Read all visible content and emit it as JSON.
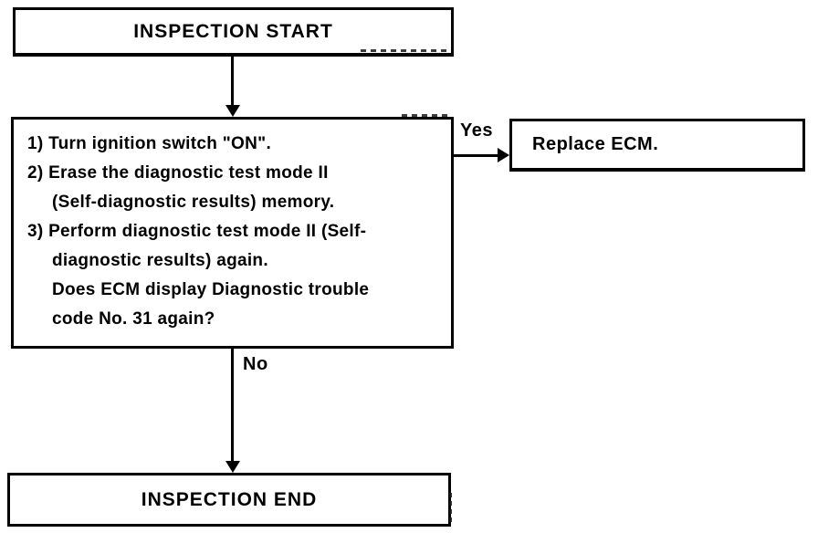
{
  "flowchart": {
    "start_label": "INSPECTION START",
    "decision_lines": [
      "1) Turn ignition switch \"ON\".",
      "2) Erase the diagnostic test mode II",
      "(Self-diagnostic results) memory.",
      "3) Perform diagnostic test mode II (Self-",
      "diagnostic results) again.",
      "Does ECM display Diagnostic trouble",
      "code No. 31 again?"
    ],
    "yes_label": "Yes",
    "no_label": "No",
    "action_label": "Replace ECM.",
    "end_label": "INSPECTION END",
    "colors": {
      "line": "#000000",
      "background": "#ffffff",
      "text": "#000000"
    }
  }
}
